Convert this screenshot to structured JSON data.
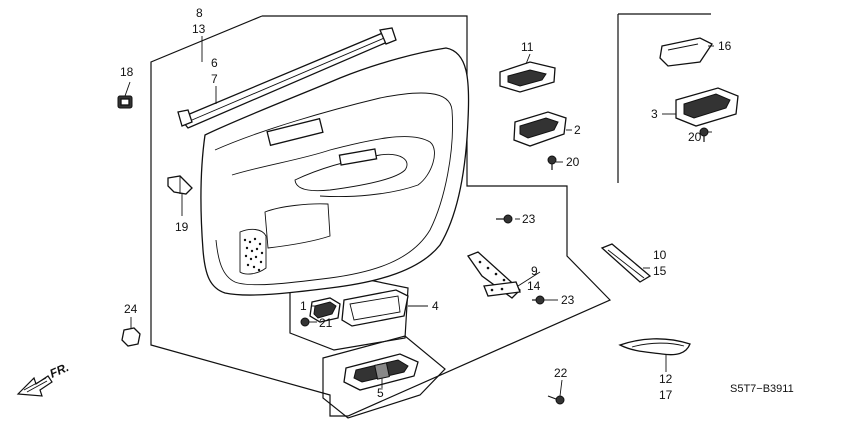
{
  "callouts": {
    "c1": "1",
    "c2": "2",
    "c3": "3",
    "c4": "4",
    "c5": "5",
    "c6": "6",
    "c7": "7",
    "c8": "8",
    "c9": "9",
    "c10": "10",
    "c11": "11",
    "c12": "12",
    "c13": "13",
    "c14": "14",
    "c15": "15",
    "c16": "16",
    "c17": "17",
    "c18": "18",
    "c19": "19",
    "c20a": "20",
    "c20b": "20",
    "c21": "21",
    "c22": "22",
    "c23a": "23",
    "c23b": "23",
    "c24": "24"
  },
  "direction_label": "FR.",
  "diagram_code": "S5T7−B3911"
}
